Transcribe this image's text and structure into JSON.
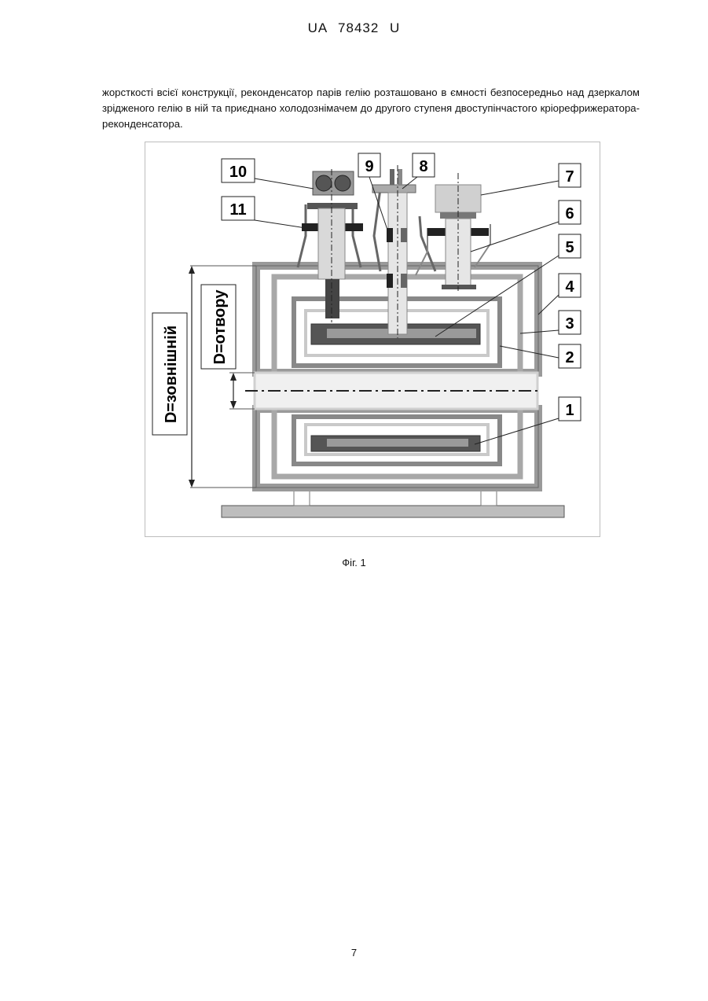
{
  "header": {
    "title": "UA 78432 U"
  },
  "body": {
    "paragraph": "жорсткості всієї конструкції, реконденсатор парів гелію розташовано в ємності безпосередньо над дзеркалом зрідженого гелію в ній та приєднано холодознімачем до другого ступеня двоступінчастого кріорефрижератора-реконденсатора."
  },
  "figure": {
    "labels": {
      "l1": "1",
      "l2": "2",
      "l3": "3",
      "l4": "4",
      "l5": "5",
      "l6": "6",
      "l7": "7",
      "l8": "8",
      "l9": "9",
      "l10": "10",
      "l11": "11"
    },
    "dim_outer": "D=зовнішній",
    "dim_bore": "D=отвору",
    "caption": "Фіг. 1"
  },
  "footer": {
    "page_number": "7"
  }
}
